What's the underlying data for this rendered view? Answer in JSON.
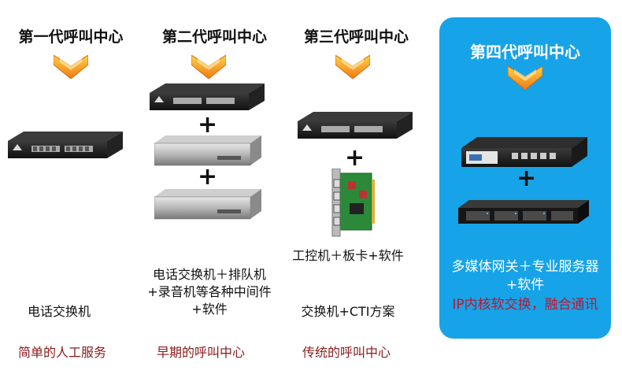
{
  "generations": [
    {
      "title": "第一代呼叫中心",
      "desc": "电话交换机",
      "note": "简单的人工服务"
    },
    {
      "title": "第二代呼叫中心",
      "desc": "电话交换机＋排队机+录音机等各种中间件+软件",
      "note": "早期的呼叫中心"
    },
    {
      "title": "第三代呼叫中心",
      "desc": "工控机＋板卡+软件",
      "desc2": "交换机+CTI方案",
      "note": "传统的呼叫中心"
    },
    {
      "title": "第四代呼叫中心",
      "desc": "多媒体网关＋专业服务器+软件",
      "note": "IP内核软交换，融合通讯"
    }
  ],
  "symbols": {
    "plus": "+"
  },
  "colors": {
    "panel": "#16a3e8",
    "chevron": "#f59c1a",
    "note_red": "#8b1a1a",
    "accent_red": "#c3142a"
  }
}
